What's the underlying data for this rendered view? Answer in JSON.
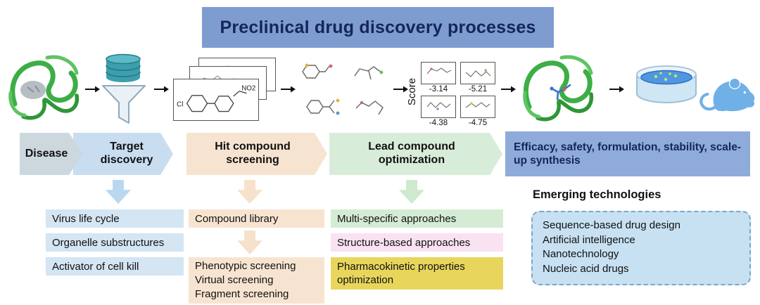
{
  "title": "Preclinical drug discovery processes",
  "pipeline": {
    "score_label": "Score",
    "scores": [
      "-3.14",
      "-5.21",
      "-4.38",
      "-4.75"
    ],
    "molecule_labels": {
      "cl": "Cl",
      "no2": "NO2"
    }
  },
  "stages": {
    "disease": "Disease",
    "target": "Target discovery",
    "hit": "Hit compound screening",
    "lead": "Lead compound optimization",
    "efficacy": "Efficacy, safety, formulation, stability, scale-up synthesis"
  },
  "target_column": {
    "items": [
      "Virus life cycle",
      "Organelle substructures",
      "Activator of cell kill"
    ]
  },
  "hit_column": {
    "library": "Compound library",
    "screenings": [
      "Phenotypic screening",
      "Virtual screening",
      "Fragment screening"
    ]
  },
  "lead_column": {
    "items": [
      "Multi-specific approaches",
      "Structure-based approaches",
      "Pharmacokinetic properties optimization"
    ]
  },
  "emerging": {
    "heading": "Emerging technologies",
    "items": [
      "Sequence-based drug design",
      "Artificial intelligence",
      "Nanotechnology",
      "Nucleic acid drugs"
    ]
  },
  "colors": {
    "banner": "#7e9cd0",
    "disease": "#cdd7de",
    "target": "#c9ddf1",
    "hit": "#f7e4d0",
    "lead": "#d8edd9",
    "efficacy": "#8fabda",
    "list_blue": "#d4e5f3",
    "pink": "#f9e2f1",
    "yellow": "#e7d65b",
    "emerging_box": "#c7e1f2"
  }
}
